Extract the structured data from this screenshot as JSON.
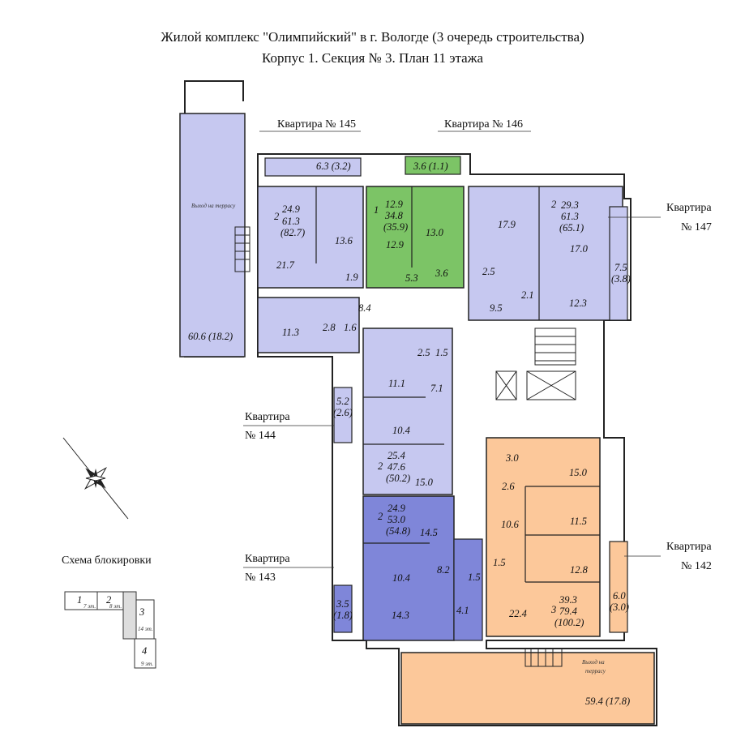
{
  "title_line1": "Жилой комплекс \"Олимпийский\" в г. Вологде (3 очередь строительства)",
  "title_line2": "Корпус 1. Секция № 3. План 11 этажа",
  "colors": {
    "apt_light": "#c6c8f0",
    "apt_dark": "#7f86d9",
    "apt_green": "#7cc466",
    "apt_orange": "#fcc89a",
    "wall": "#222222"
  },
  "apartments": {
    "a145": {
      "label": "Квартира № 145",
      "rooms": [
        "24.9",
        "13.6",
        "21.7",
        "1.9",
        "8.4",
        "11.3",
        "2.8",
        "1.6"
      ],
      "count": "2",
      "total": "61.3",
      "total_full": "(82.7)",
      "balcony": "6.3 (3.2)",
      "terrace": "60.6 (18.2)",
      "terrace_exit": "Выход на террасу"
    },
    "a146": {
      "label": "Квартира № 146",
      "rooms": [
        "12.9",
        "12.9",
        "13.0",
        "5.3",
        "3.6"
      ],
      "count": "1",
      "total": "34.8",
      "total_full": "(35.9)",
      "balcony": "3.6 (1.1)"
    },
    "a147": {
      "label_line1": "Квартира",
      "label_line2": "№ 147",
      "rooms": [
        "29.3",
        "17.9",
        "17.0",
        "2.5",
        "9.5",
        "2.1",
        "12.3"
      ],
      "count": "2",
      "total": "61.3",
      "total_full": "(65.1)",
      "balcony_a": "7.5",
      "balcony_b": "(3.8)"
    },
    "a144": {
      "label_line1": "Квартира",
      "label_line2": "№ 144",
      "rooms": [
        "2.5",
        "1.5",
        "11.1",
        "7.1",
        "10.4",
        "25.4",
        "15.0"
      ],
      "count": "2",
      "total": "47.6",
      "total_full": "(50.2)",
      "balcony_a": "5.2",
      "balcony_b": "(2.6)"
    },
    "a143": {
      "label_line1": "Квартира",
      "label_line2": "№ 143",
      "rooms": [
        "24.9",
        "14.5",
        "8.2",
        "1.5",
        "10.4",
        "14.3",
        "4.1"
      ],
      "count": "2",
      "total": "53.0",
      "total_full": "(54.8)",
      "balcony_a": "3.5",
      "balcony_b": "(1.8)"
    },
    "a142": {
      "label_line1": "Квартира",
      "label_line2": "№ 142",
      "rooms": [
        "3.0",
        "15.0",
        "2.6",
        "10.6",
        "11.5",
        "1.5",
        "12.8",
        "22.4",
        "39.3"
      ],
      "count": "3",
      "total": "79.4",
      "total_full": "(100.2)",
      "balcony_a": "6.0",
      "balcony_b": "(3.0)",
      "terrace": "59.4 (17.8)",
      "terrace_exit_a": "Выход на",
      "terrace_exit_b": "террасу"
    }
  },
  "schema": {
    "title": "Схема блокировки",
    "sections": [
      "1",
      "2",
      "3",
      "4"
    ],
    "floors": [
      "7 эт.",
      "8 эт.",
      "14 эт.",
      "9 эт."
    ]
  }
}
